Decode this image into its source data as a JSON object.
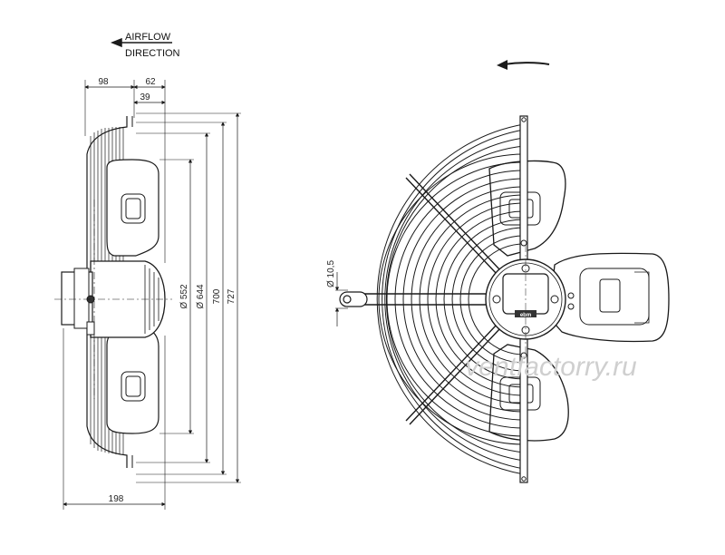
{
  "airflow": {
    "line1": "AIRFLOW",
    "line2": "DIRECTION"
  },
  "side_view": {
    "dimensions": {
      "d98": "98",
      "d62": "62",
      "d39": "39",
      "d198": "198",
      "d552": "Ø 552",
      "d644": "Ø 644",
      "d700": "700",
      "d727": "727"
    }
  },
  "front_view": {
    "hole_dimension": "Ø 10,5",
    "motor_label": "ebm"
  },
  "watermark": "ventfactorry.ru",
  "colors": {
    "line": "#1a1a1a",
    "watermark": "#cfcfcf",
    "fill": "#ffffff",
    "motor_dark": "#333333"
  },
  "icons": [
    "airflow-arrow-icon",
    "rotation-arrow-icon"
  ]
}
